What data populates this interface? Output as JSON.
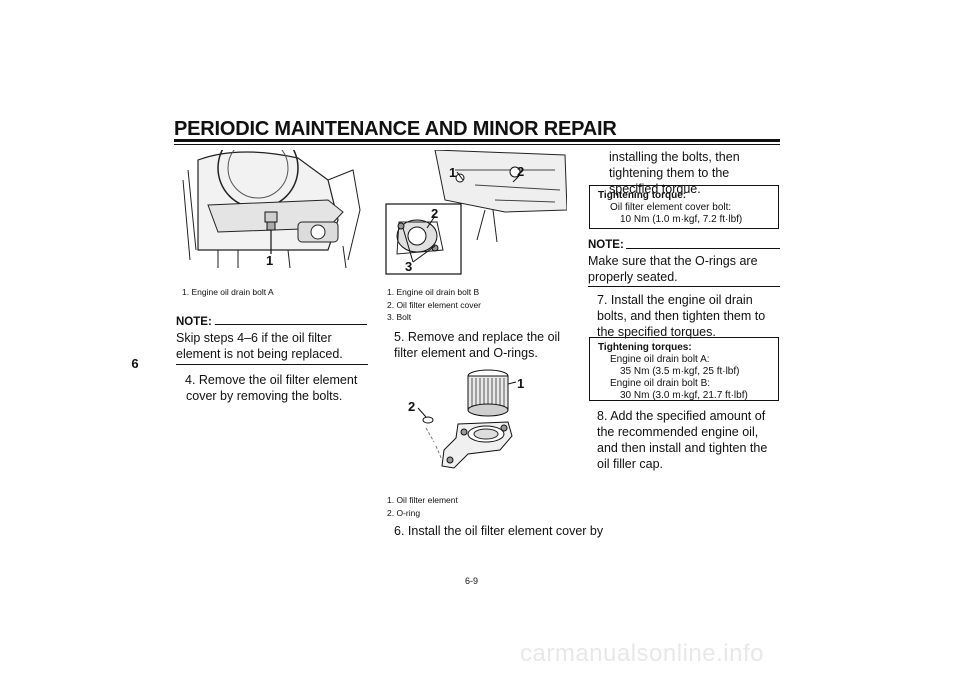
{
  "header": {
    "title": "PERIODIC MAINTENANCE AND MINOR REPAIR"
  },
  "chapter_tab": "6",
  "page_number": "6-9",
  "watermark": "carmanualsonline.info",
  "col1": {
    "figure_callouts": [
      "1"
    ],
    "caption": "1. Engine oil drain bolt A",
    "note_label": "NOTE:",
    "note_text": "Skip steps 4–6 if the oil filter element is not being replaced.",
    "step4": "4. Remove the oil filter element cover by removing the bolts."
  },
  "col2": {
    "figure_callouts": [
      "1",
      "2",
      "2",
      "3"
    ],
    "captions": [
      "1. Engine oil drain bolt B",
      "2. Oil filter element cover",
      "3. Bolt"
    ],
    "step5": "5. Remove and replace the oil filter element and O-rings.",
    "figure2_callouts": [
      "1",
      "2"
    ],
    "captions2": [
      "1. Oil filter element",
      "2. O-ring"
    ],
    "step6": "6. Install the oil filter element cover by"
  },
  "col3": {
    "continuation": "installing the bolts, then tightening them to the specified torque.",
    "box1": {
      "title": "Tightening torque:",
      "line1": "Oil filter element cover bolt:",
      "line2": "10 Nm (1.0 m·kgf, 7.2 ft·lbf)"
    },
    "note_label": "NOTE:",
    "note_text": "Make sure that the O-rings are properly seated.",
    "step7": "7. Install the engine oil drain bolts, and then tighten them to the specified torques.",
    "box2": {
      "title": "Tightening torques:",
      "line1": "Engine oil drain bolt A:",
      "line2": "35 Nm (3.5 m·kgf, 25 ft·lbf)",
      "line3": "Engine oil drain bolt B:",
      "line4": "30 Nm (3.0 m·kgf, 21.7 ft·lbf)"
    },
    "step8": "8. Add the specified amount of the recommended engine oil, and then install and tighten the oil filler cap."
  }
}
